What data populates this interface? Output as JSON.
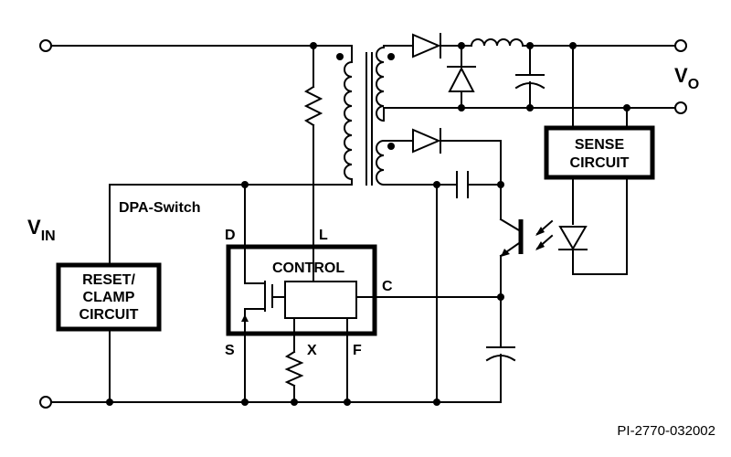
{
  "labels": {
    "vin_main": "V",
    "vin_sub": "IN",
    "vo_main": "V",
    "vo_sub": "O",
    "dpa_switch": "DPA-Switch",
    "pin_d": "D",
    "pin_l": "L",
    "pin_c": "C",
    "pin_s": "S",
    "pin_x": "X",
    "pin_f": "F",
    "control": "CONTROL",
    "reset_line1": "RESET/",
    "reset_line2": "CLAMP",
    "reset_line3": "CIRCUIT",
    "sense_line1": "SENSE",
    "sense_line2": "CIRCUIT",
    "figure_id": "PI-2770-032002"
  },
  "colors": {
    "line": "#000000",
    "background": "#ffffff"
  }
}
